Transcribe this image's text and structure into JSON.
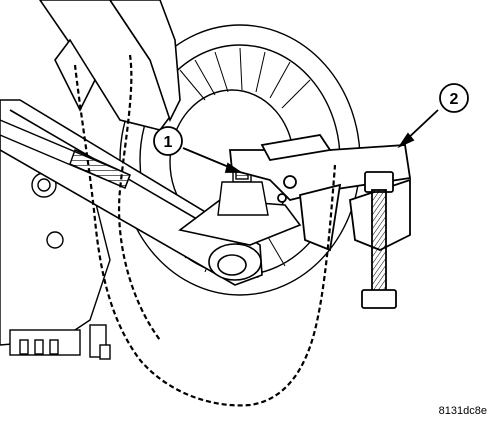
{
  "callouts": [
    {
      "id": "1",
      "label": "1"
    },
    {
      "id": "2",
      "label": "2"
    }
  ],
  "figure_id": "8131dc8e"
}
